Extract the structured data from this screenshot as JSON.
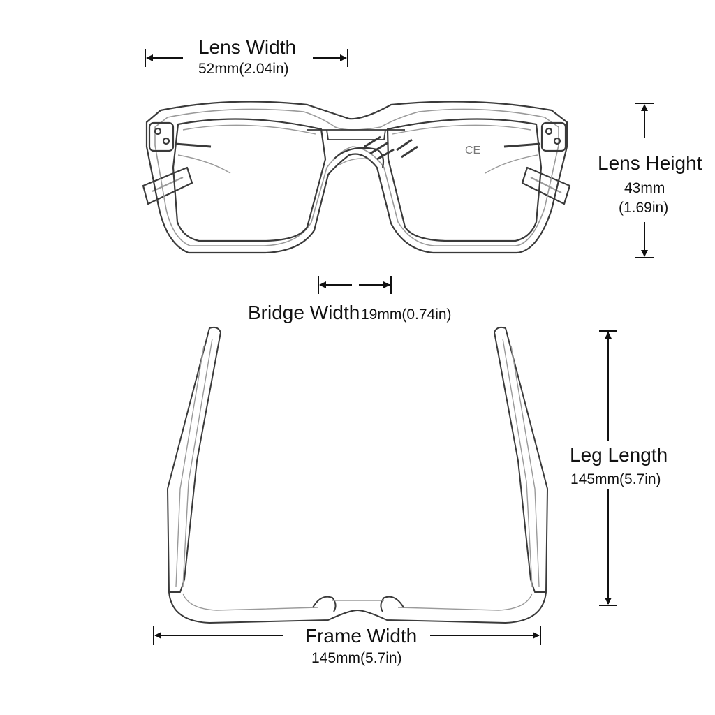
{
  "measurements": {
    "lens_width": {
      "title": "Lens Width",
      "value": "52mm(2.04in)"
    },
    "lens_height": {
      "title": "Lens Height",
      "value_mm": "43mm",
      "value_in": "(1.69in)"
    },
    "bridge_width": {
      "title": "Bridge Width",
      "value": "19mm(0.74in)"
    },
    "leg_length": {
      "title": "Leg Length",
      "value": "145mm(5.7in)"
    },
    "frame_width": {
      "title": "Frame Width",
      "value": "145mm(5.7in)"
    }
  },
  "marks": {
    "ce": "CE"
  },
  "colors": {
    "ink": "#111111",
    "frame": "#3a3a3a",
    "frame_light": "#9a9a9a"
  }
}
